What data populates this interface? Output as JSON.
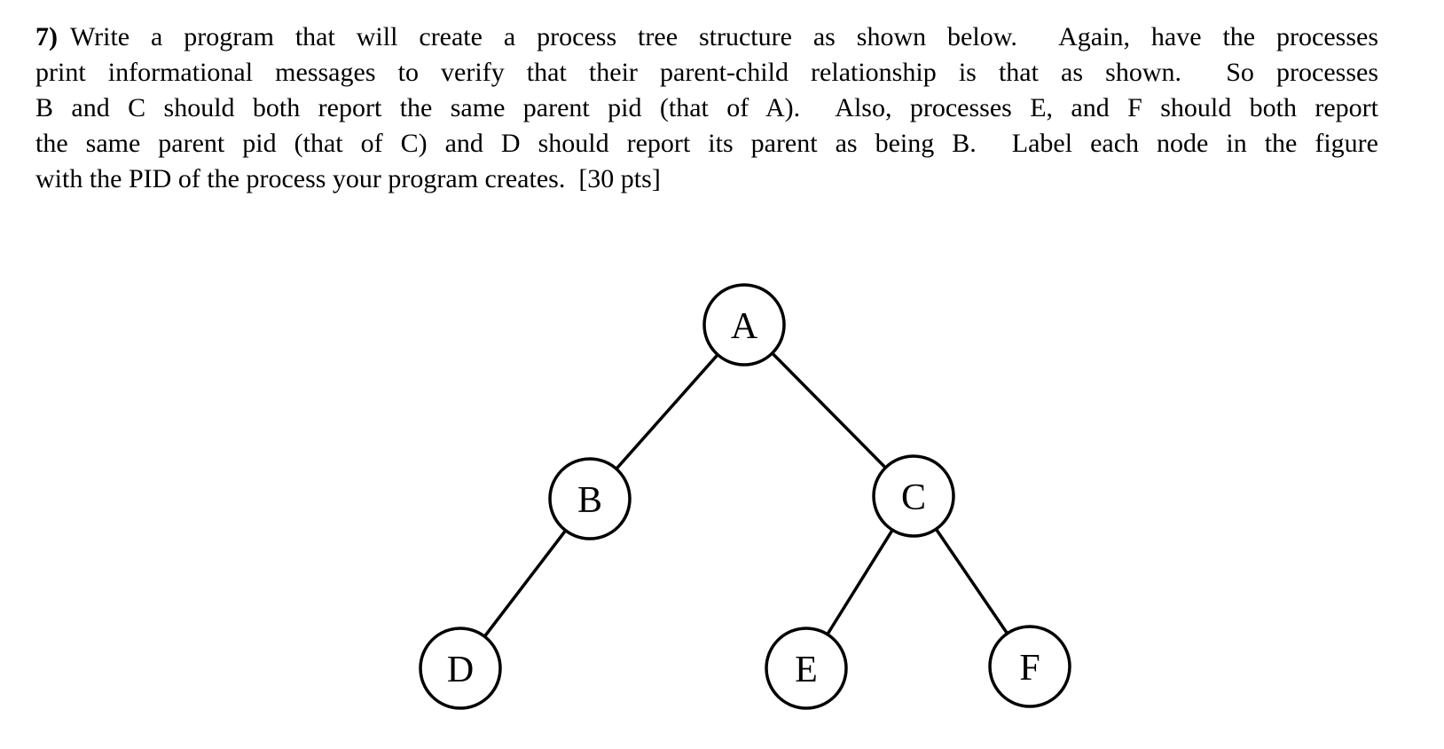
{
  "paragraph": {
    "number": "7)",
    "lines": [
      {
        "text": "Write a program that will create a process tree structure as shown below.  Again, have the processes"
      },
      {
        "text": "print informational messages to verify that their parent-child relationship is that as shown.  So processes"
      },
      {
        "text": "B and C should both report the same parent pid (that of A).  Also, processes E, and F should both report"
      },
      {
        "text": "the same parent pid (that of C) and D should report its parent as being B.  Label each node in the figure"
      },
      {
        "text": "with the PID of the process your program creates.  [30 pts]"
      }
    ],
    "points": "[30 pts]"
  },
  "tree": {
    "nodes": [
      {
        "id": "A",
        "label": "A",
        "parent": null
      },
      {
        "id": "B",
        "label": "B",
        "parent": "A"
      },
      {
        "id": "C",
        "label": "C",
        "parent": "A"
      },
      {
        "id": "D",
        "label": "D",
        "parent": "B"
      },
      {
        "id": "E",
        "label": "E",
        "parent": "C"
      },
      {
        "id": "F",
        "label": "F",
        "parent": "C"
      }
    ],
    "edges": [
      {
        "from": "A",
        "to": "B"
      },
      {
        "from": "A",
        "to": "C"
      },
      {
        "from": "B",
        "to": "D"
      },
      {
        "from": "C",
        "to": "E"
      },
      {
        "from": "C",
        "to": "F"
      }
    ]
  },
  "colors": {
    "ink": "#000000",
    "background": "#ffffff"
  }
}
